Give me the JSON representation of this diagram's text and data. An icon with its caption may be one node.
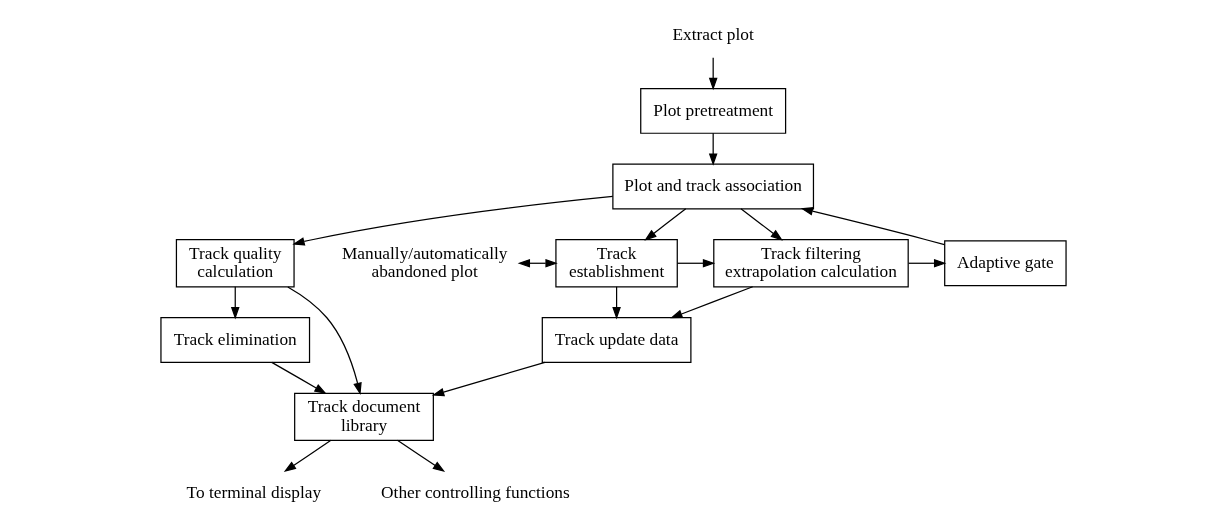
{
  "diagram": {
    "nodes": [
      {
        "text": [
          "Extract plot"
        ]
      },
      {
        "text": [
          "Plot pretreatment"
        ]
      },
      {
        "text": [
          "Plot and track association"
        ]
      },
      {
        "text": [
          "Track quality calculation"
        ]
      },
      {
        "text": [
          "Adaptive gate"
        ]
      },
      {
        "text": [
          "Manually/automatically abandoned plot"
        ]
      },
      {
        "text": [
          "Track establishment"
        ]
      },
      {
        "text": [
          "Track filtering extrapolation calculation"
        ]
      },
      {
        "text": [
          "Track elimination"
        ]
      },
      {
        "text": [
          "Track update data"
        ]
      },
      {
        "text": [
          "Track document library"
        ]
      },
      {
        "text": [
          "To terminal display"
        ]
      },
      {
        "text": [
          "Other controlling functions"
        ]
      }
    ],
    "edges": [
      {
        "from": 0,
        "to": 1,
        "arrow": "to"
      },
      {
        "from": 1,
        "to": 2,
        "arrow": "to"
      },
      {
        "from": 2,
        "to": 3,
        "arrow": "to"
      },
      {
        "from": 2,
        "to": 6,
        "arrow": "to"
      },
      {
        "from": 2,
        "to": 7,
        "arrow": "to"
      },
      {
        "from": 4,
        "to": 2,
        "arrow": "to"
      },
      {
        "from": 7,
        "to": 4,
        "arrow": "to"
      },
      {
        "from": 5,
        "to": 6,
        "arrow": "both"
      },
      {
        "from": 6,
        "to": 7,
        "arrow": "to"
      },
      {
        "from": 6,
        "to": 9,
        "arrow": "to"
      },
      {
        "from": 7,
        "to": 9,
        "arrow": "to"
      },
      {
        "from": 3,
        "to": 8,
        "arrow": "to"
      },
      {
        "from": 9,
        "to": 10,
        "arrow": "to"
      },
      {
        "from": 8,
        "to": 10,
        "arrow": "to"
      },
      {
        "from": 3,
        "to": 10,
        "arrow": "to"
      },
      {
        "from": 10,
        "to": 11,
        "arrow": "to"
      },
      {
        "from": 10,
        "to": 12,
        "arrow": "to"
      }
    ]
  }
}
